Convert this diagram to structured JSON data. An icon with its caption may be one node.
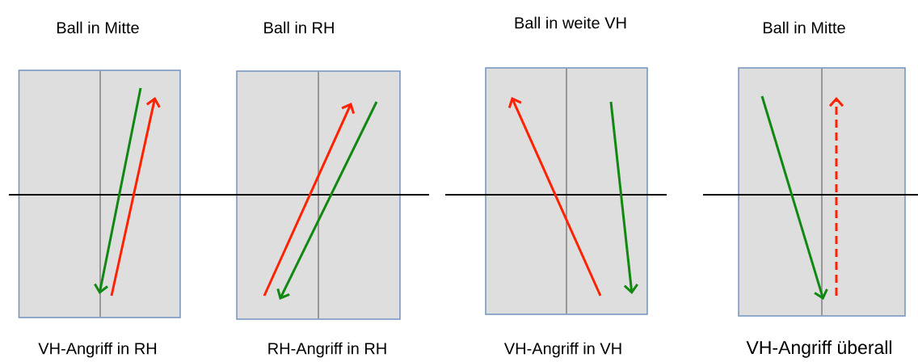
{
  "diagram": {
    "nodes": [
      {
        "text": [
          "Ball in Mitte"
        ],
        "beside": [
          "VH-Angriff in RH"
        ]
      },
      {
        "text": [
          "Ball in RH"
        ],
        "beside": [
          "RH-Angriff in RH"
        ]
      },
      {
        "text": [
          "Ball in weite VH"
        ],
        "beside": [
          "VH-Angriff in VH"
        ]
      },
      {
        "text": [
          "Ball in Mitte"
        ],
        "beside": [
          "VH-Angriff überall"
        ]
      }
    ]
  }
}
